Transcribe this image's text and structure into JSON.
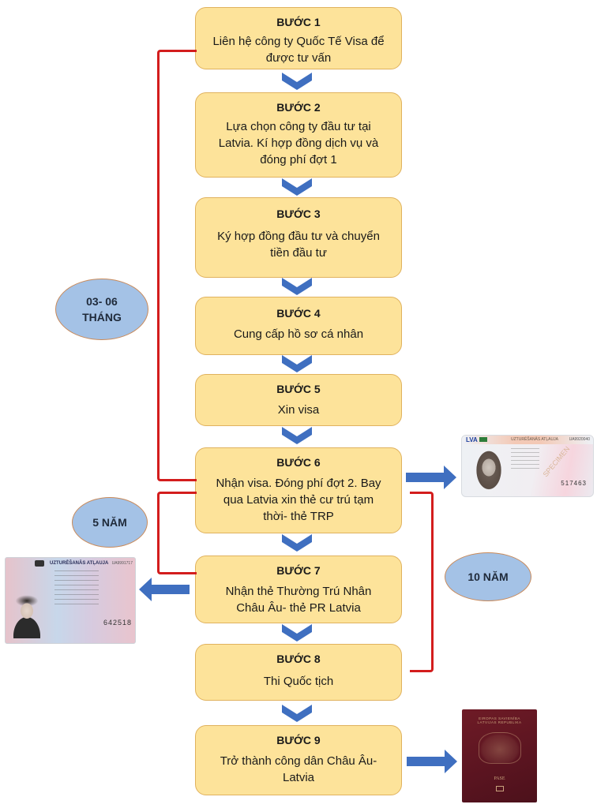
{
  "steps": [
    {
      "title": "BƯỚC 1",
      "desc": [
        "Liên hệ công ty Quốc Tế Visa để",
        "được tư vấn"
      ]
    },
    {
      "title": "BƯỚC 2",
      "desc": [
        "Lựa chọn công ty đầu tư tại",
        "Latvia. Kí hợp đồng dịch vụ và",
        "đóng phí đợt 1"
      ]
    },
    {
      "title": "BƯỚC 3",
      "desc": [
        "Ký hợp đồng đầu tư và chuyển",
        "tiền đầu tư"
      ]
    },
    {
      "title": "BƯỚC 4",
      "desc": [
        "Cung cấp hồ sơ cá nhân"
      ]
    },
    {
      "title": "BƯỚC 5",
      "desc": [
        "Xin visa"
      ]
    },
    {
      "title": "BƯỚC 6",
      "desc": [
        "Nhận visa. Đóng phí đợt 2. Bay",
        "qua Latvia xin thẻ cư trú tạm",
        "thời- thẻ TRP"
      ]
    },
    {
      "title": "BƯỚC 7",
      "desc": [
        "Nhận thẻ Thường Trú Nhân",
        "Châu Âu- thẻ PR Latvia"
      ]
    },
    {
      "title": "BƯỚC 8",
      "desc": [
        "Thi Quốc tịch"
      ]
    },
    {
      "title": "BƯỚC 9",
      "desc": [
        "Trở thành công dân Châu Âu-",
        "Latvia"
      ]
    }
  ],
  "durations": {
    "steps_1_6": [
      "03- 06",
      "THÁNG"
    ],
    "steps_6_7": [
      "5 NĂM"
    ],
    "steps_6_8": [
      "10 NĂM"
    ]
  },
  "images": {
    "trp_card": {
      "header": "UZTURĒŠANĀS ATĻAUJA",
      "code": "LVA",
      "number": "UA9920040",
      "watermark": "SPECIMEN",
      "serial": "517463"
    },
    "pr_card": {
      "header": "UZTURĒŠANĀS ATĻAUJA",
      "number": "UA9991717",
      "serial": "642518"
    },
    "passport": {
      "top": "EIROPAS SAVIENĪBA",
      "top2": "LATVIJAS REPUBLIKA",
      "label": "PASE"
    }
  },
  "colors": {
    "box_fill": "#fde39a",
    "box_border": "#e0b25e",
    "chevron": "#3f6fc0",
    "bracket": "#d31d1d",
    "ellipse_fill": "#a4c2e6"
  }
}
